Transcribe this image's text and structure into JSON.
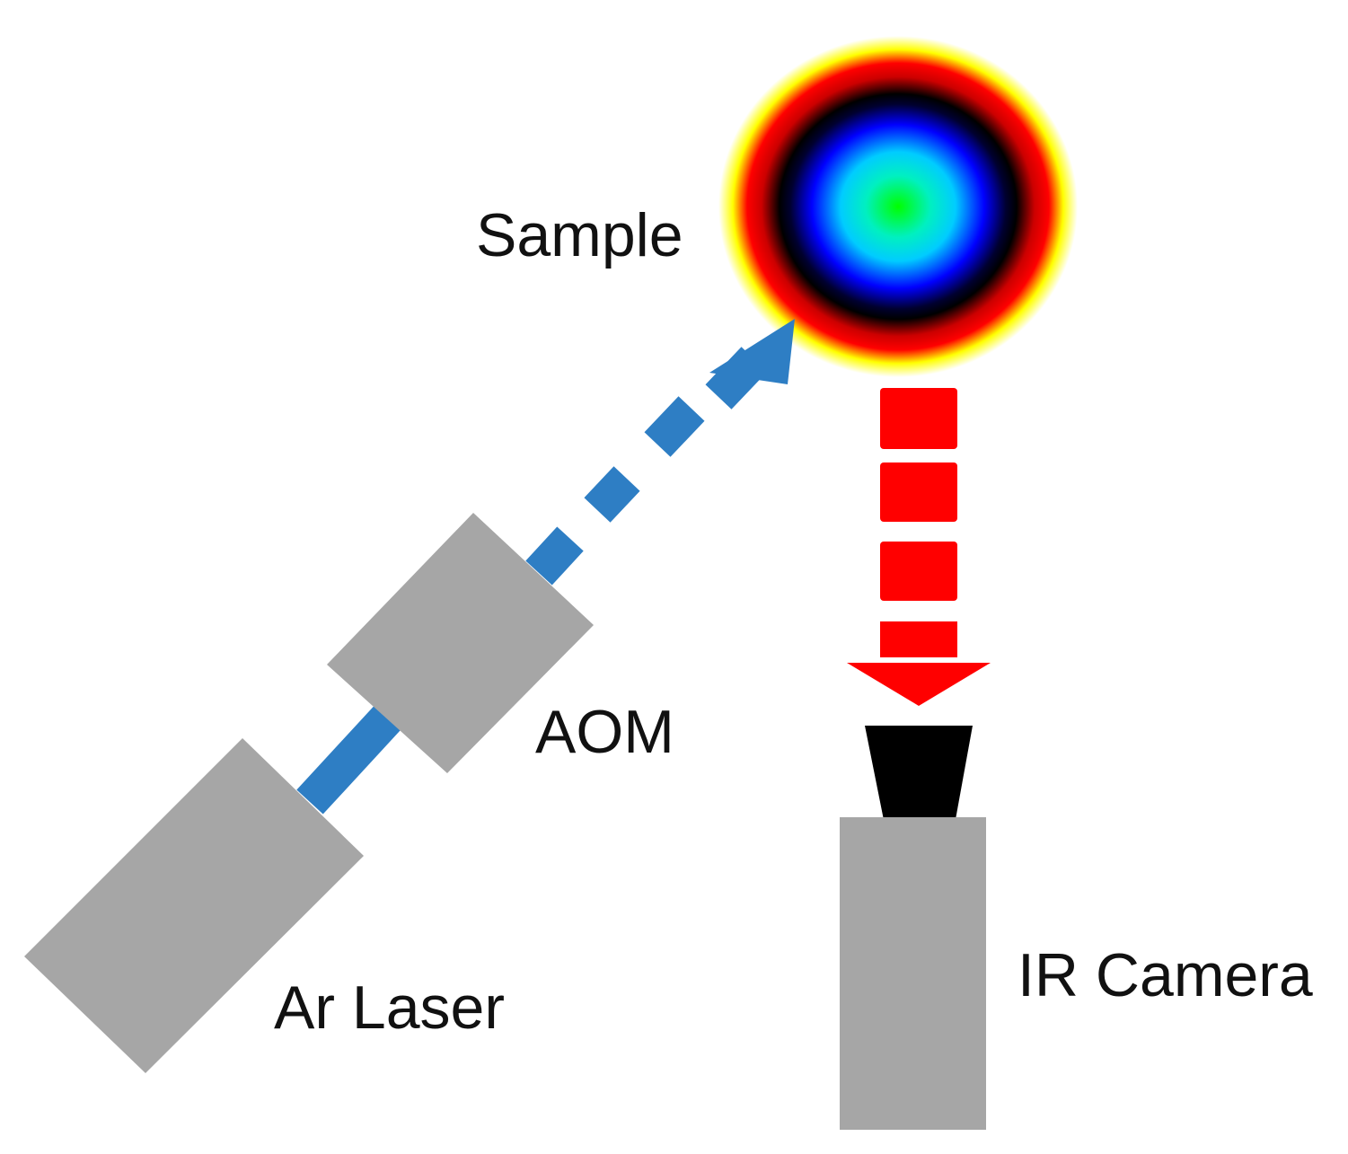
{
  "labels": {
    "sample": "Sample",
    "aom": "AOM",
    "ar_laser": "Ar Laser",
    "ir_camera": "IR Camera"
  },
  "colors": {
    "component_gray": "#a6a6a6",
    "laser_beam_blue": "#2e7ec4",
    "ir_emission_red": "#ff0000",
    "lens_black": "#000000",
    "heatmap_stops": [
      "#00ff00",
      "#00e5ff",
      "#0000ff",
      "#000000",
      "#ff0000",
      "#ffff00",
      "#ffffff"
    ]
  }
}
